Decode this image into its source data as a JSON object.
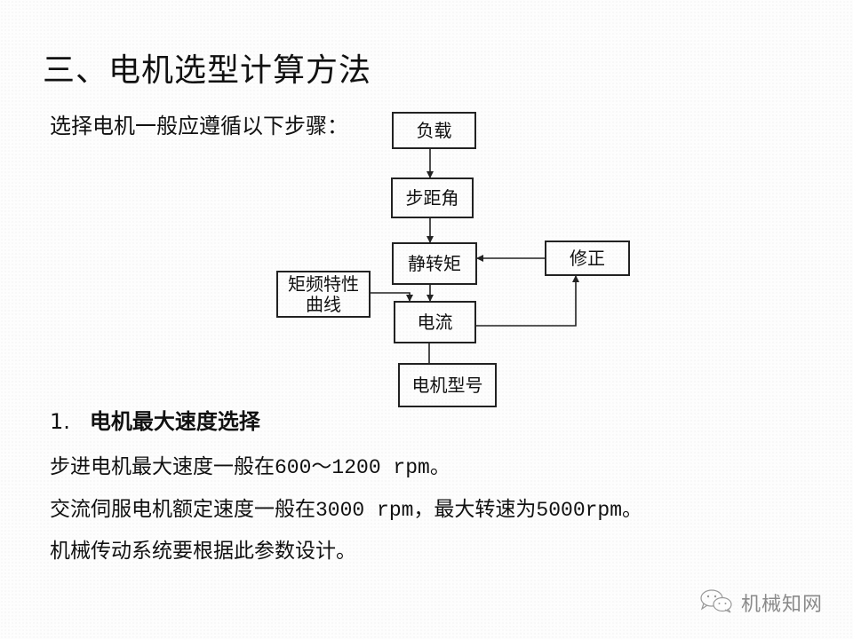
{
  "slide": {
    "title": "三、电机选型计算方法",
    "intro": "选择电机一般应遵循以下步骤：",
    "flowchart": {
      "boxes": [
        {
          "id": "load",
          "label": "负载"
        },
        {
          "id": "step-angle",
          "label": "步距角"
        },
        {
          "id": "static-torque",
          "label": "静转矩"
        },
        {
          "id": "correction",
          "label": "修正"
        },
        {
          "id": "torque-freq-curve",
          "label": "矩频特性曲线"
        },
        {
          "id": "current",
          "label": "电流"
        },
        {
          "id": "motor-model",
          "label": "电机型号"
        }
      ],
      "connections": [
        {
          "from": "负载",
          "to": "步距角"
        },
        {
          "from": "步距角",
          "to": "静转矩"
        },
        {
          "from": "静转矩",
          "to": "电流"
        },
        {
          "from": "矩频特性曲线",
          "to": "电流"
        },
        {
          "from": "电流",
          "to": "修正"
        },
        {
          "from": "修正",
          "to": "静转矩"
        },
        {
          "from": "电流",
          "to": "电机型号"
        }
      ]
    },
    "section": {
      "number": "1.",
      "heading": "电机最大速度选择",
      "lines": [
        {
          "pre": "步进电机最大速度一般在",
          "mono": "600～1200 rpm",
          "post": "。"
        },
        {
          "pre": "交流伺服电机额定速度一般在",
          "mono": "3000 rpm",
          "mid": "，最大转速为",
          "mono2": "5000rpm",
          "post": "。"
        },
        {
          "pre": "机械传动系统要根据此参数设计。"
        }
      ]
    },
    "watermark": {
      "icon": "wechat-icon",
      "text": "机械知网"
    }
  }
}
